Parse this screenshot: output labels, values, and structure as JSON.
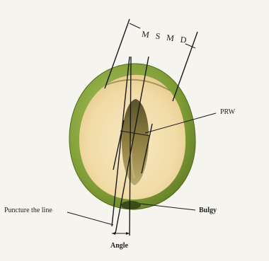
{
  "figure": {
    "labels": {
      "msmd": "M S M D",
      "prw": "PRW",
      "puncture": "Puncture the line",
      "bulgy": "Bulgy",
      "angle": "Angle"
    },
    "colors": {
      "background": "#f6f4ef",
      "rind_outer": "#7d9a3a",
      "rind_inner": "#b6c96a",
      "flesh": "#f3dfae",
      "pit": "#7a6a3a",
      "line": "#1a1a1a"
    }
  }
}
